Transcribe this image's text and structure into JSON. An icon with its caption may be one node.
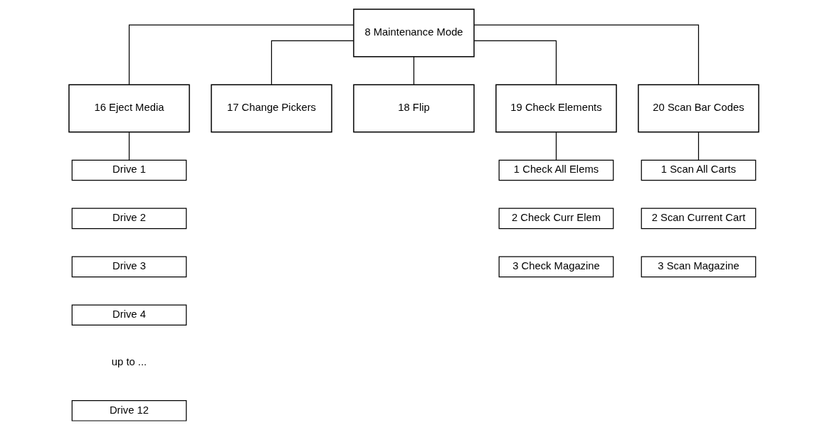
{
  "diagram": {
    "nodes": [
      {
        "text": [
          "8 Maintenance Mode"
        ]
      },
      {
        "text": [
          "16 Eject Media"
        ]
      },
      {
        "text": [
          "17 Change Pickers"
        ]
      },
      {
        "text": [
          "18 Flip"
        ]
      },
      {
        "text": [
          "19 Check Elements"
        ]
      },
      {
        "text": [
          "20 Scan Bar Codes"
        ]
      },
      {
        "text": [
          "Drive 1"
        ]
      },
      {
        "text": [
          "Drive 2"
        ]
      },
      {
        "text": [
          "Drive 3"
        ]
      },
      {
        "text": [
          "Drive 4"
        ]
      },
      {
        "text": [
          "Drive 12"
        ]
      },
      {
        "text": [
          "1 Check All Elems"
        ]
      },
      {
        "text": [
          "2 Check Curr Elem"
        ]
      },
      {
        "text": [
          "3 Check Magazine"
        ]
      },
      {
        "text": [
          "1 Scan All Carts"
        ]
      },
      {
        "text": [
          "2 Scan Current Cart"
        ]
      },
      {
        "text": [
          "3 Scan Magazine"
        ]
      }
    ],
    "edges": [
      {
        "from": 0,
        "to": 1,
        "arrow": "none"
      },
      {
        "from": 0,
        "to": 2,
        "arrow": "none"
      },
      {
        "from": 0,
        "to": 3,
        "arrow": "none"
      },
      {
        "from": 0,
        "to": 4,
        "arrow": "none"
      },
      {
        "from": 0,
        "to": 5,
        "arrow": "none"
      },
      {
        "from": 1,
        "to": 6,
        "arrow": "none"
      },
      {
        "from": 4,
        "to": 11,
        "arrow": "none"
      },
      {
        "from": 5,
        "to": 14,
        "arrow": "none"
      }
    ],
    "labels": [
      "up to ..."
    ]
  }
}
